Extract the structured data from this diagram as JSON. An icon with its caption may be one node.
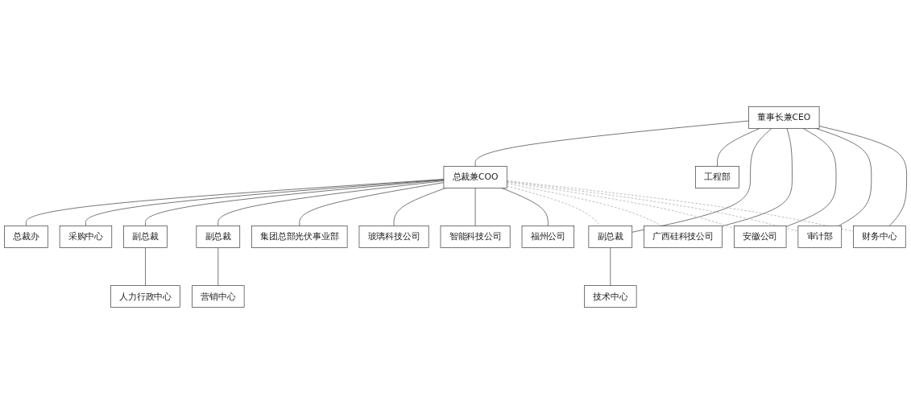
{
  "diagram": {
    "nodes": [
      {
        "text": [
          "董事长兼CEO"
        ]
      },
      {
        "text": [
          "总裁兼COO"
        ]
      },
      {
        "text": [
          "总裁办"
        ]
      },
      {
        "text": [
          "副总裁"
        ]
      },
      {
        "text": [
          "副总裁"
        ]
      },
      {
        "text": [
          "副总裁"
        ]
      },
      {
        "text": [
          "工程部"
        ]
      },
      {
        "text": [
          "技术中心"
        ]
      },
      {
        "text": [
          "审计部"
        ]
      },
      {
        "text": [
          "财务中心"
        ]
      },
      {
        "text": [
          "采购中心"
        ]
      },
      {
        "text": [
          "人力行政中心"
        ]
      },
      {
        "text": [
          "营销中心"
        ]
      },
      {
        "text": [
          "广西硅科技公司"
        ]
      },
      {
        "text": [
          "安徽公司"
        ]
      },
      {
        "text": [
          "集团总部光伏事业部"
        ]
      },
      {
        "text": [
          "玻璃科技公司"
        ]
      },
      {
        "text": [
          "智能科技公司"
        ]
      },
      {
        "text": [
          "福州公司"
        ]
      }
    ],
    "edges": [
      {
        "from": 0,
        "to": 1,
        "arrow": "none"
      },
      {
        "from": 0,
        "to": 6,
        "arrow": "none"
      },
      {
        "from": 0,
        "to": 3,
        "arrow": "none"
      },
      {
        "from": 0,
        "to": 13,
        "arrow": "none"
      },
      {
        "from": 0,
        "to": 14,
        "arrow": "none"
      },
      {
        "from": 0,
        "to": 8,
        "arrow": "none"
      },
      {
        "from": 0,
        "to": 9,
        "arrow": "none"
      },
      {
        "from": 3,
        "to": 7,
        "arrow": "none"
      },
      {
        "from": 1,
        "to": 2,
        "arrow": "none"
      },
      {
        "from": 1,
        "to": 10,
        "arrow": "none"
      },
      {
        "from": 1,
        "to": 4,
        "arrow": "none"
      },
      {
        "from": 1,
        "to": 5,
        "arrow": "none"
      },
      {
        "from": 4,
        "to": 11,
        "arrow": "none"
      },
      {
        "from": 5,
        "to": 12,
        "arrow": "none"
      },
      {
        "from": 1,
        "to": 15,
        "arrow": "none"
      },
      {
        "from": 1,
        "to": 16,
        "arrow": "none"
      },
      {
        "from": 1,
        "to": 17,
        "arrow": "none"
      },
      {
        "from": 1,
        "to": 18,
        "arrow": "none"
      },
      {
        "from": 1,
        "to": 3,
        "arrow": "none",
        "style": "dashed",
        "color": "#a0a0a0"
      },
      {
        "from": 1,
        "to": 13,
        "arrow": "none",
        "style": "dashed",
        "color": "#a0a0a0"
      },
      {
        "from": 1,
        "to": 14,
        "arrow": "none",
        "style": "dashed",
        "color": "#a0a0a0"
      },
      {
        "from": 1,
        "to": 8,
        "arrow": "none",
        "style": "dashed",
        "color": "#a0a0a0"
      },
      {
        "from": 1,
        "to": 9,
        "arrow": "none",
        "style": "dashed",
        "color": "#a0a0a0"
      }
    ]
  }
}
